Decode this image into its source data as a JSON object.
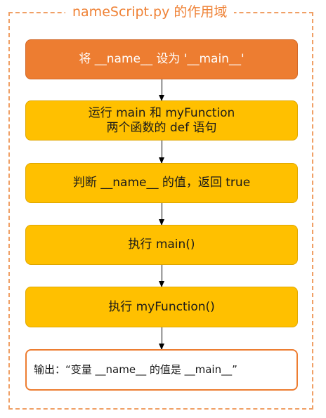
{
  "title": "nameScript.py 的作用域",
  "steps": [
    {
      "text": "将 __name__ 设为 '__main__'"
    },
    {
      "line1": "运行 main 和 myFunction",
      "line2": "两个函数的 def 语句"
    },
    {
      "text": "判断 __name__ 的值，返回 true"
    },
    {
      "text": "执行 main()"
    },
    {
      "text": "执行 myFunction()"
    },
    {
      "text": "输出：“变量 __name__ 的值是 __main__”"
    }
  ],
  "colors": {
    "frame_border": "#f0a066",
    "title_text": "#ef8236",
    "orange_box": "#ed7d31",
    "yellow_box": "#ffc000",
    "output_border": "#ed7d31"
  }
}
